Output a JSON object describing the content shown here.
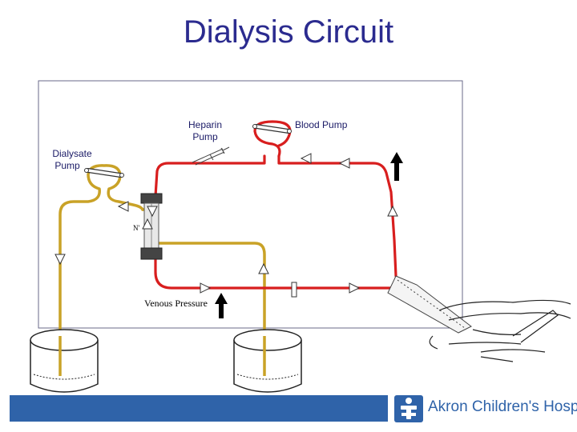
{
  "title": "Dialysis Circuit",
  "labels": {
    "heparin_pump_line1": "Heparin",
    "heparin_pump_line2": "Pump",
    "blood_pump": "Blood Pump",
    "dialysate_pump_line1": "Dialysate",
    "dialysate_pump_line2": "Pump",
    "venous_pressure": "Venous Pressure"
  },
  "footer": {
    "hospital_name": "Akron Children's Hospital"
  },
  "colors": {
    "title": "#2b2b8f",
    "blood_line": "#d81e1e",
    "dialysate_line": "#c9a227",
    "brand_blue": "#2f63a9"
  },
  "icons": [
    "up-arrow-icon",
    "flow-triangle-icon",
    "syringe-icon",
    "hand-icon",
    "logo-icon"
  ]
}
